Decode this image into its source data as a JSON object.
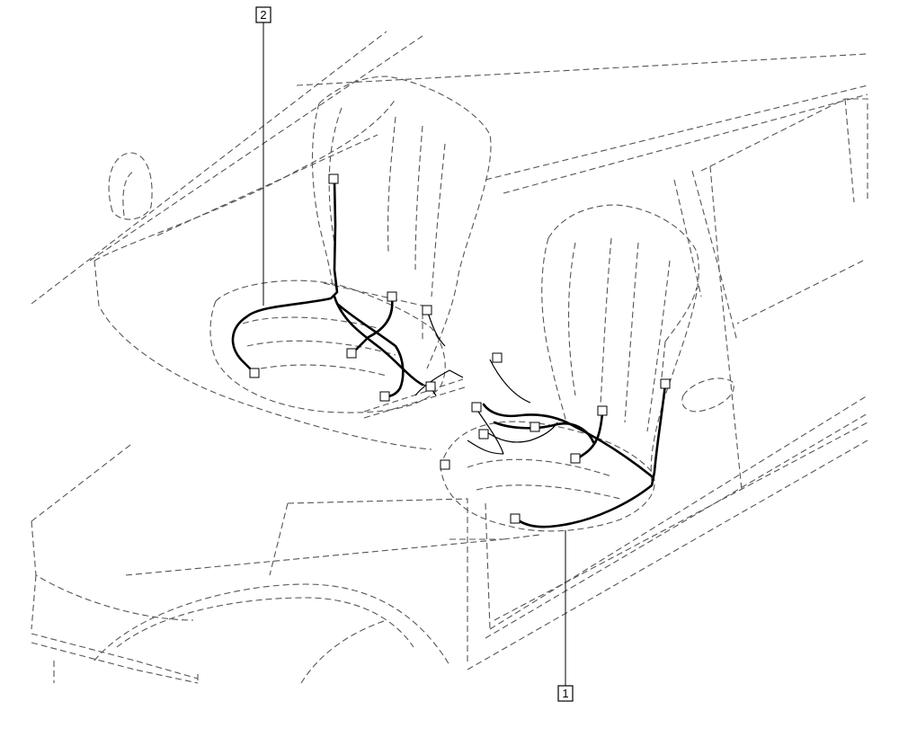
{
  "callouts": [
    {
      "id": "callout-1",
      "label": "1"
    },
    {
      "id": "callout-2",
      "label": "2"
    }
  ],
  "harnesses": [
    {
      "id": "harness-1",
      "description": "front-right-seat-harness"
    },
    {
      "id": "harness-2",
      "description": "front-left-seat-harness"
    }
  ],
  "colors": {
    "outline": "#555555",
    "harness": "#000000",
    "background": "#ffffff"
  }
}
